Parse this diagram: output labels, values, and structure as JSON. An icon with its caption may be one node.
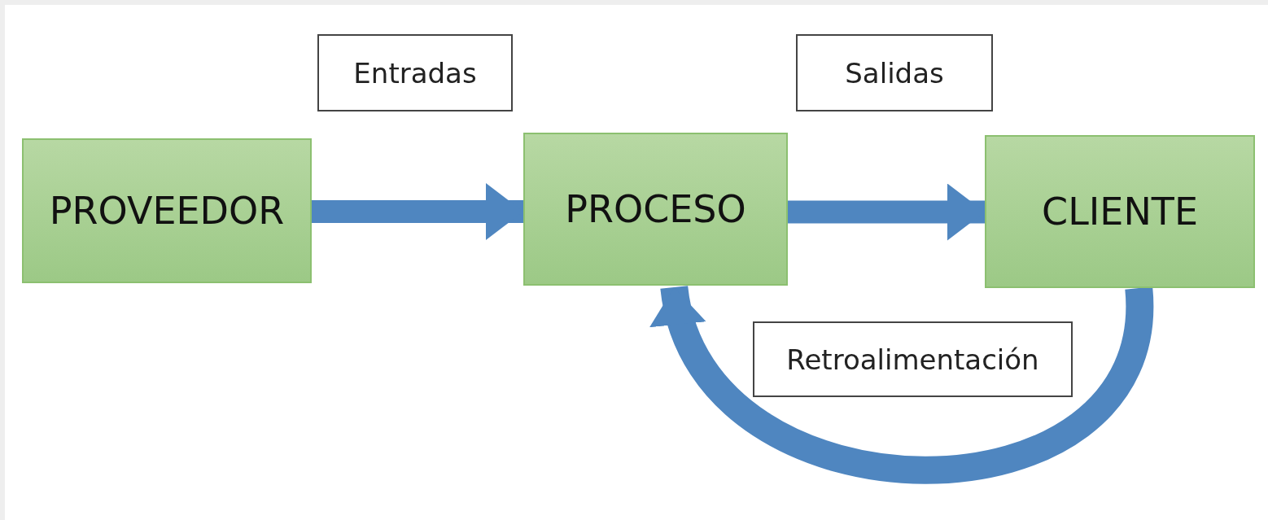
{
  "diagram": {
    "nodes": [
      {
        "text": [
          "Entradas"
        ]
      },
      {
        "text": [
          "Salidas"
        ]
      },
      {
        "text": [
          "PROVEEDOR"
        ]
      },
      {
        "text": [
          "PROCESO"
        ]
      },
      {
        "text": [
          "CLIENTE"
        ]
      },
      {
        "text": [
          "Retroalimentación"
        ]
      }
    ],
    "edges": [
      {
        "from": 2,
        "to": 3,
        "arrow": "to"
      },
      {
        "from": 3,
        "to": 4,
        "arrow": "to"
      },
      {
        "from": 4,
        "to": 3,
        "arrow": "to"
      }
    ]
  }
}
